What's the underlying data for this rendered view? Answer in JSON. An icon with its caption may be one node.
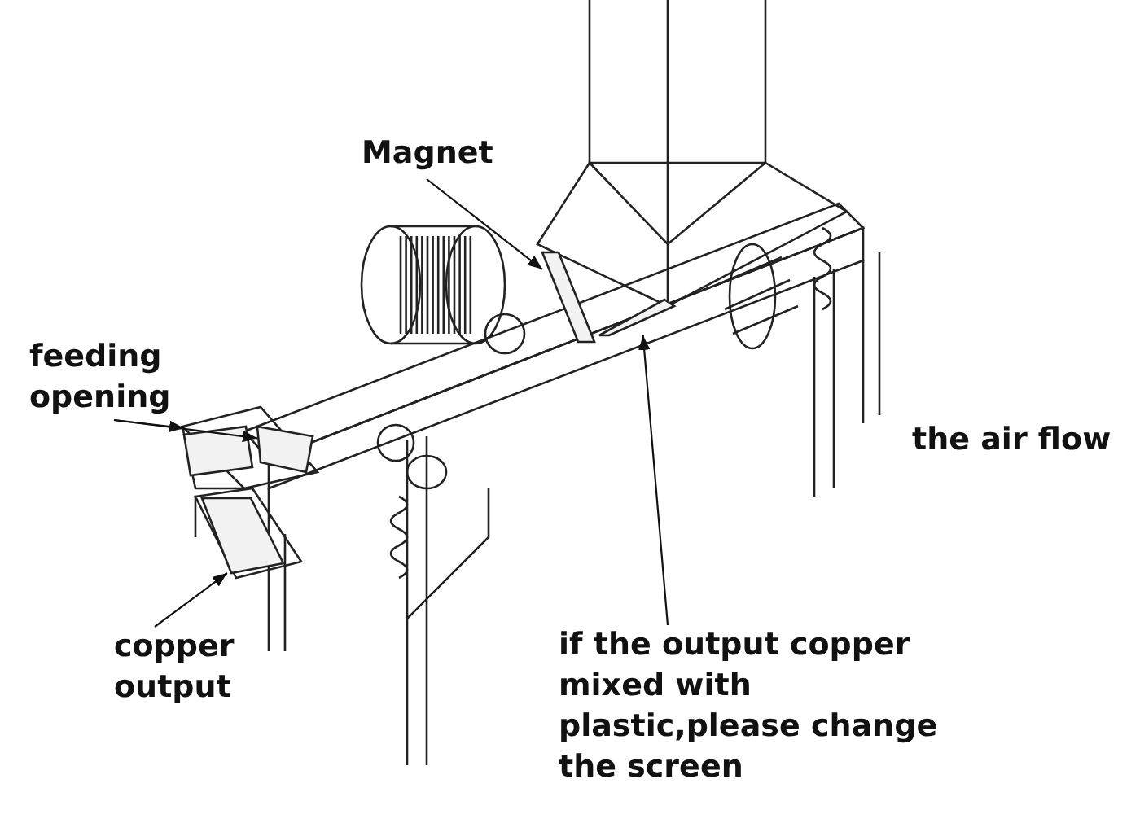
{
  "diagram": {
    "nodes": [
      {
        "text": [
          "Magnet"
        ]
      },
      {
        "text": [],
        "shape": "picture"
      },
      {
        "text": [
          "feeding opening"
        ]
      },
      {
        "text": [],
        "shape": "picture"
      },
      {
        "text": [],
        "shape": "picture"
      },
      {
        "text": [
          "copper output"
        ]
      },
      {
        "text": [],
        "shape": "picture"
      },
      {
        "text": [
          "if the output copper mixed with plastic,please change the screen"
        ]
      },
      {
        "text": [],
        "shape": "picture"
      }
    ],
    "edges": [
      {
        "from": 0,
        "to": 1,
        "arrow": "to"
      },
      {
        "from": 2,
        "to": 3,
        "arrow": "to"
      },
      {
        "from": 2,
        "to": 4,
        "arrow": "to"
      },
      {
        "from": 5,
        "to": 6,
        "arrow": "to"
      },
      {
        "from": 7,
        "to": 8,
        "arrow": "to"
      }
    ],
    "labels": [
      "the air flow"
    ]
  }
}
